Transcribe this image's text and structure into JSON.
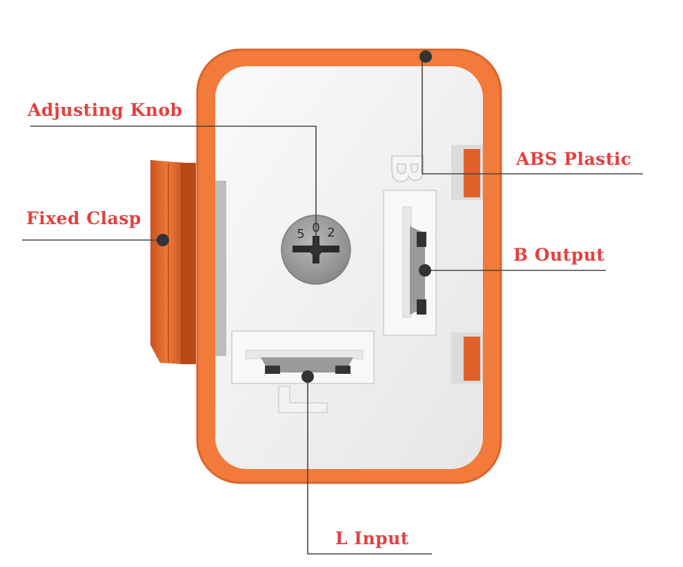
{
  "colors": {
    "label": "#e4403f",
    "body_orange": "#f27a3a",
    "orange_dark": "#d4551f",
    "face": "#eeeeee",
    "leader": "#444444"
  },
  "labels": {
    "adjusting_knob": "Adjusting Knob",
    "abs_plastic": "ABS Plastic",
    "fixed_clasp": "Fixed Clasp",
    "b_output": "B Output",
    "l_input": "L Input"
  },
  "device": {
    "dial_marks": [
      "5",
      "0",
      "2"
    ],
    "terminal_b": "B",
    "terminal_l": "L"
  }
}
